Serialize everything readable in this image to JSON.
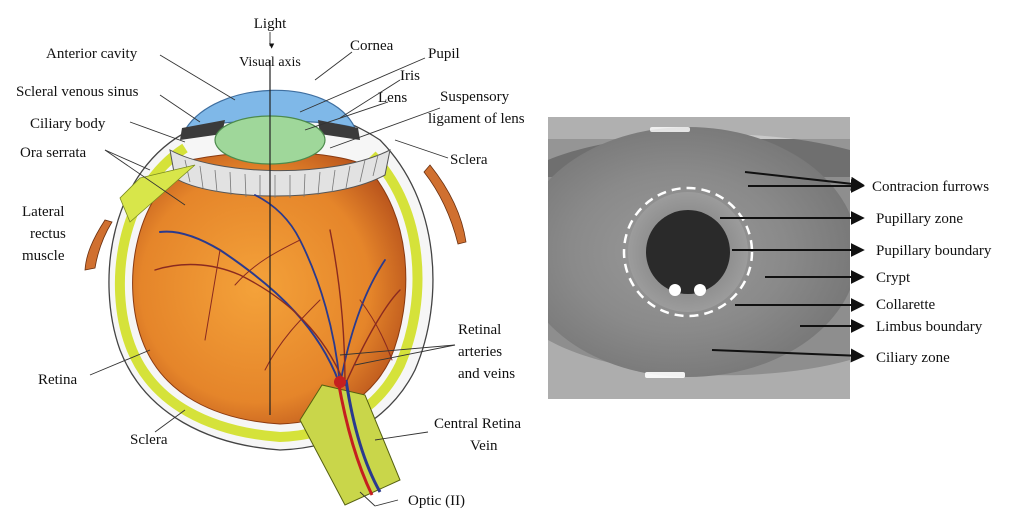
{
  "colors": {
    "eyeball": "#e88d2b",
    "eyeball_dark": "#b8531c",
    "retina_layer": "#d5e23a",
    "cornea": "#7fb8e8",
    "lens": "#9fd79a",
    "vessel_red": "#c51f1f",
    "vessel_blue": "#2a3a8e",
    "optic_nerve": "#c9d64a",
    "iris_photo_bg": "#8e8e8e",
    "pupil": "#2a2a2a"
  },
  "anatomy": {
    "labels": {
      "light": "Light",
      "visual_axis": "Visual axis",
      "anterior_cavity": "Anterior cavity",
      "cornea": "Cornea",
      "pupil": "Pupil",
      "iris": "Iris",
      "scleral_venous_sinus": "Scleral venous sinus",
      "lens": "Lens",
      "suspensory_1": "Suspensory",
      "suspensory_2": "ligament of lens",
      "ciliary_body": "Ciliary body",
      "ora_serrata": "Ora serrata",
      "sclera_right": "Sclera",
      "lateral_1": "Lateral",
      "lateral_2": "rectus",
      "lateral_3": "muscle",
      "retinal_1": "Retinal",
      "retinal_2": "arteries",
      "retinal_3": "and veins",
      "retina": "Retina",
      "sclera_bottom": "Sclera",
      "central_1": "Central Retina",
      "central_2": "Vein",
      "optic": "Optic (II)"
    }
  },
  "iris": {
    "labels": [
      "Contracion furrows",
      "Pupillary zone",
      "Pupillary boundary",
      "Crypt",
      "Collarette",
      "Limbus boundary",
      "Ciliary zone"
    ]
  }
}
